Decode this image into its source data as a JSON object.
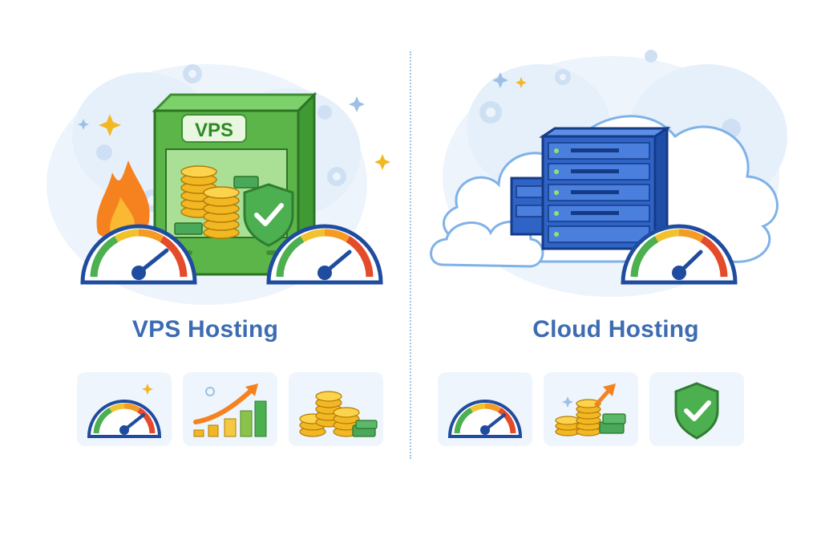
{
  "panels": {
    "vps": {
      "title": "VPS Hosting",
      "badge": "VPS",
      "icons": [
        "speedometer-icon",
        "growth-chart-icon",
        "coin-stacks-icon"
      ]
    },
    "cloud": {
      "title": "Cloud Hosting",
      "icons": [
        "speedometer-icon",
        "coins-growth-icon",
        "shield-check-icon"
      ]
    }
  },
  "colors": {
    "title": "#3d6cb2",
    "vps_green": "#5cb548",
    "server_blue": "#2f63c6",
    "coin_gold": "#f2b824",
    "shield_green": "#4caf50",
    "tile_bg": "#eef5fc",
    "divider": "#9fc3e6"
  }
}
